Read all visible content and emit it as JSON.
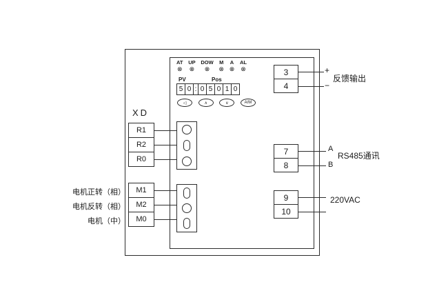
{
  "panel": {
    "indicators": [
      "AT",
      "UP",
      "DOW",
      "M",
      "A",
      "AL"
    ],
    "indicator_symbol": "⊗",
    "display": {
      "pv_label": "PV",
      "pos_label": "Pos",
      "pv_digits": [
        "5",
        "0"
      ],
      "separator": ":",
      "pos_digits": [
        "0",
        "5",
        "0",
        "1",
        "0"
      ]
    },
    "buttons": {
      "shift": "◁",
      "up": "∧",
      "down": "∨",
      "am": "A/M"
    }
  },
  "left": {
    "xd_label": "XD",
    "r_terminals": [
      "R1",
      "R2",
      "R0"
    ],
    "m_terminals": [
      "M1",
      "M2",
      "M0"
    ],
    "m_labels": [
      "电机正转（相）",
      "电机反转（相）",
      "电机（中）"
    ]
  },
  "right": {
    "feedback": {
      "terminals": [
        "3",
        "4"
      ],
      "plus": "+",
      "minus": "−",
      "label": "反馈输出"
    },
    "rs485": {
      "terminals": [
        "7",
        "8"
      ],
      "a": "A",
      "b": "B",
      "label": "RS485通讯"
    },
    "power": {
      "terminals": [
        "9",
        "10"
      ],
      "label": "220VAC"
    }
  }
}
